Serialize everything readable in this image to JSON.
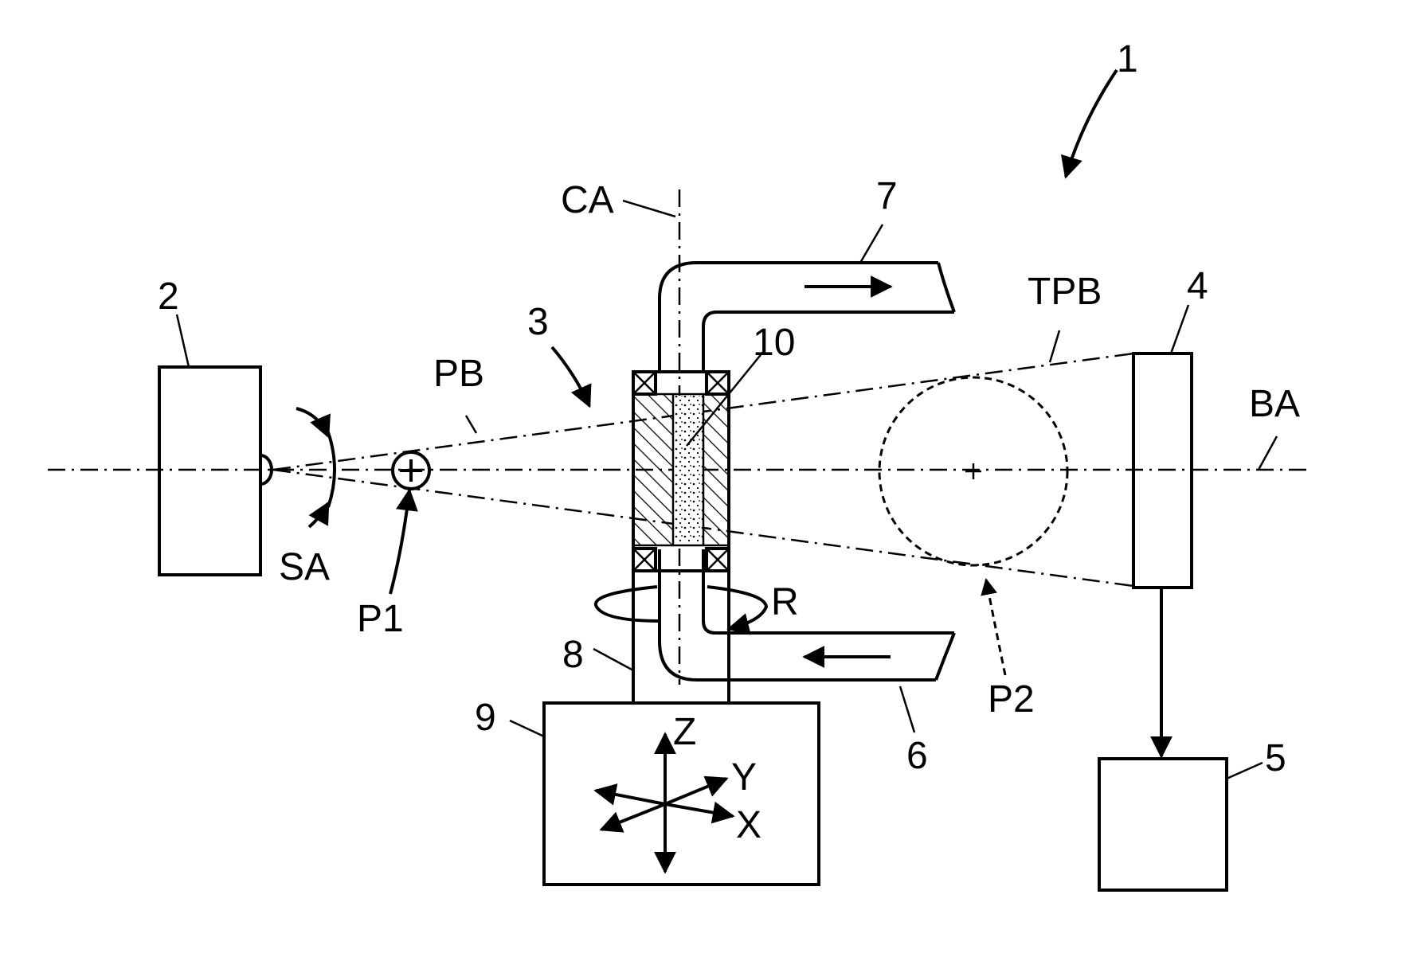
{
  "figure": {
    "labels": {
      "system": "1",
      "source": "2",
      "patient": "3",
      "detector": "4",
      "processor": "5",
      "inlet": "6",
      "outlet": "7",
      "holder": "8",
      "stage": "9",
      "sample": "10",
      "central_axis": "CA",
      "primary_beam": "PB",
      "transmitted_beam": "TPB",
      "beam_axis": "BA",
      "spread_angle": "SA",
      "point_1": "P1",
      "point_2": "P2",
      "rotation": "R",
      "axis_x": "X",
      "axis_y": "Y",
      "axis_z": "Z"
    }
  }
}
